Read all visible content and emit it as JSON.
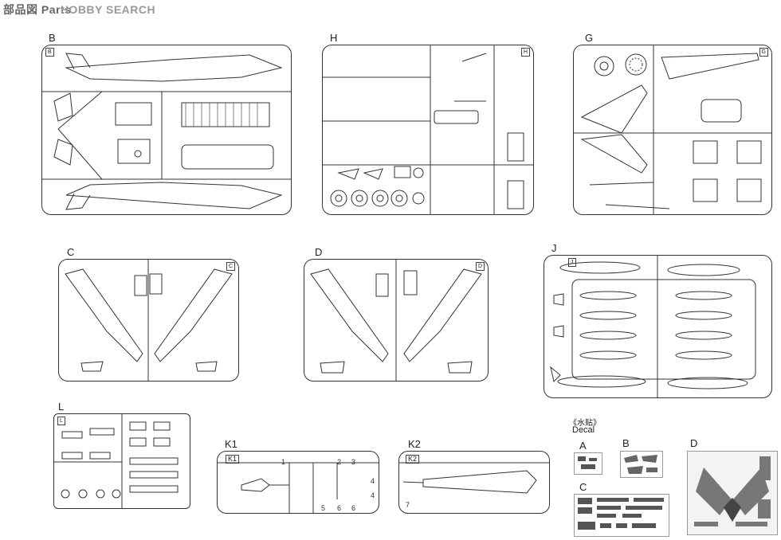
{
  "header": {
    "cn_title": "部品図 Parts",
    "brand": "HOBBY SEARCH"
  },
  "sprues": {
    "B": {
      "label": "B",
      "corner": "B"
    },
    "H": {
      "label": "H",
      "corner": "H"
    },
    "G": {
      "label": "G",
      "corner": "G"
    },
    "C": {
      "label": "C",
      "corner": "C"
    },
    "D": {
      "label": "D",
      "corner": "D"
    },
    "J": {
      "label": "J",
      "corner": "J"
    },
    "L": {
      "label": "L",
      "corner": "L"
    },
    "K1": {
      "label": "K1",
      "corner": "K1",
      "numbers": [
        "1",
        "2",
        "3",
        "4",
        "4",
        "5",
        "6",
        "6"
      ]
    },
    "K2": {
      "label": "K2",
      "corner": "K2",
      "numbers": [
        "7"
      ]
    }
  },
  "decal": {
    "cn": "《水贴》",
    "en": "Decal",
    "sheets": [
      "A",
      "B",
      "C",
      "D"
    ]
  }
}
